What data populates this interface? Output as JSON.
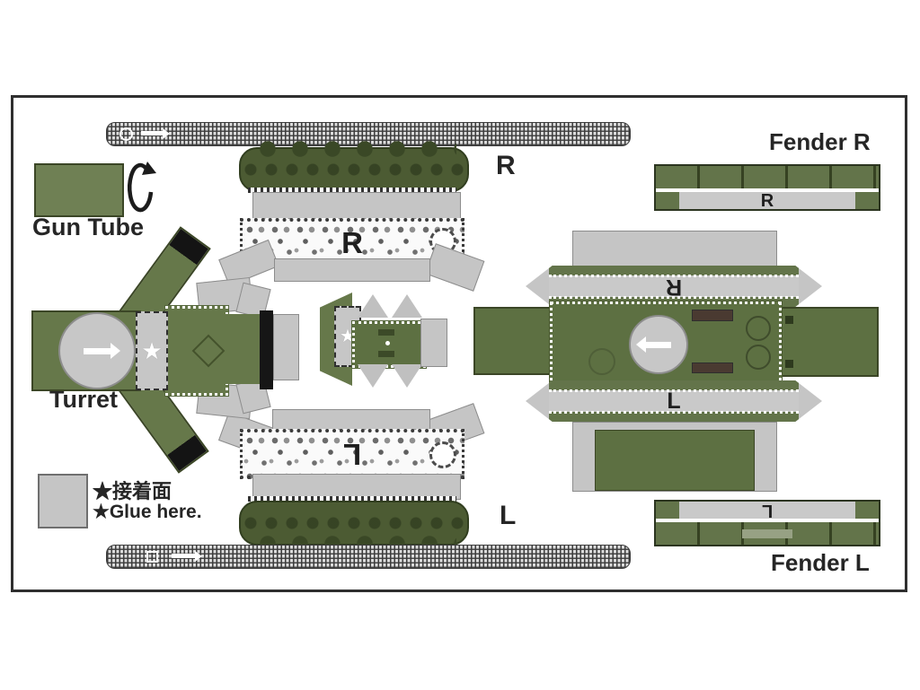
{
  "sheet": {
    "labels": {
      "gun_tube": "Gun Tube",
      "turret": "Turret",
      "fender_r": "Fender R",
      "fender_l": "Fender L",
      "glue_jp": "★接着面",
      "glue_en": "★Glue here.",
      "track_r_side": "R",
      "track_l_side": "L"
    },
    "part_letters": {
      "track_band_r": "R",
      "track_band_l": "L",
      "hull_band_r": "R",
      "hull_band_l": "L",
      "fender_band_r": "R",
      "fender_band_l": "L",
      "star": "★"
    },
    "colors": {
      "olive": "#66784a",
      "olive_dark": "#4c5b33",
      "hull_olive": "#5d7042",
      "gray_part": "#c5c5c5",
      "frame": "#2f2f2f",
      "track_texture": "#3c3c3c"
    }
  }
}
